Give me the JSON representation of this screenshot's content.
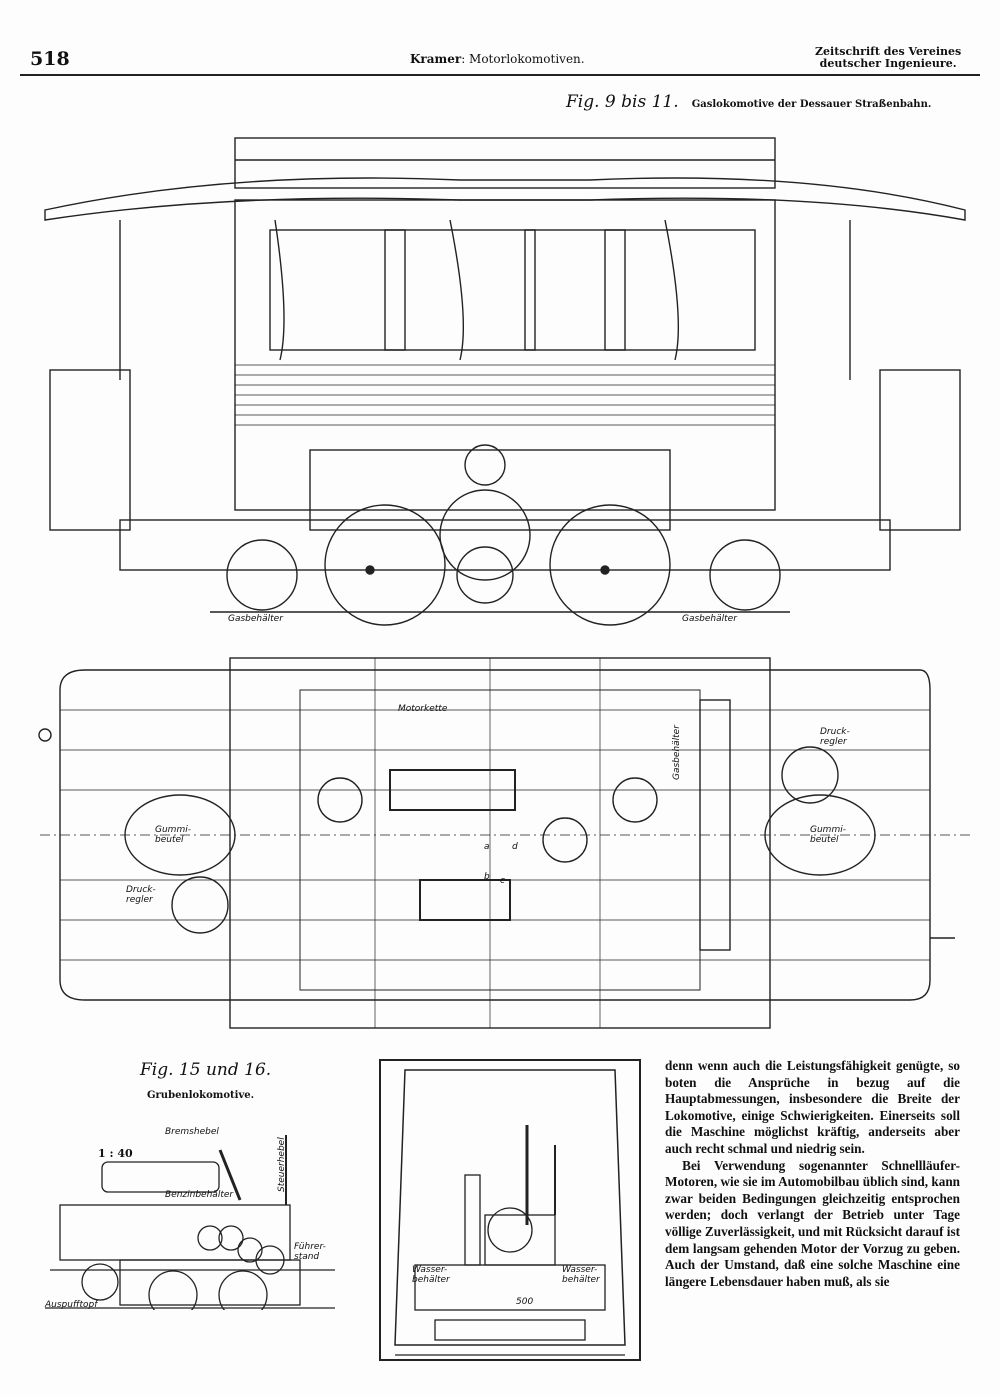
{
  "header": {
    "page_number": "518",
    "author": "Kramer",
    "title": "Motorlokomotiven.",
    "journal_line1": "Zeitschrift des Vereines",
    "journal_line2": "deutscher Ingenieure."
  },
  "fig_top": {
    "caption": "Fig. 9 bis 11.",
    "subtitle": "Gaslokomotive der Dessauer Straßenbahn.",
    "labels": {
      "gas_left": "Gasbehälter",
      "gas_right": "Gasbehälter",
      "motorkette": "Motorkette",
      "druck_right": "Druck-regler",
      "druck_left": "Druck-regler",
      "gummi_left": "Gummi-beutel",
      "gummi_right": "Gummi-beutel",
      "gas_vertical": "Gasbehälter",
      "a": "a",
      "b": "b",
      "c": "c",
      "d": "d"
    }
  },
  "fig_bottom": {
    "caption": "Fig. 15 und 16.",
    "subtitle": "Grubenlokomotive.",
    "scale": "1 : 40",
    "labels": {
      "bremshebel": "Bremshebel",
      "steuerhebel": "Steuerhebel",
      "benzin": "Benzinbehälter",
      "fuehrer": "Führer-stand",
      "auspuff": "Auspufftopf",
      "wasser_left": "Wasser-behälter",
      "wasser_right": "Wasser-behälter",
      "dim": "500"
    }
  },
  "body_text": [
    "denn wenn auch die Leistungsfähigkeit genügte, so boten die Ansprüche in bezug auf die Hauptabmessungen, insbesondere die Breite der Lokomotive, einige Schwierigkeiten. Einerseits soll die Maschine möglichst kräftig, anderseits aber auch recht schmal und niedrig sein.",
    "Bei Verwendung sogenannter Schnellläufer-Motoren, wie sie im Automobilbau üblich sind, kann zwar beiden Bedingungen gleichzeitig entsprochen werden; doch verlangt der Betrieb unter Tage völlige Zuverlässigkeit, und mit Rücksicht darauf ist dem langsam gehenden Motor der Vorzug zu geben. Auch der Umstand, daß eine solche Maschine eine längere Lebensdauer haben muß, als sie"
  ]
}
